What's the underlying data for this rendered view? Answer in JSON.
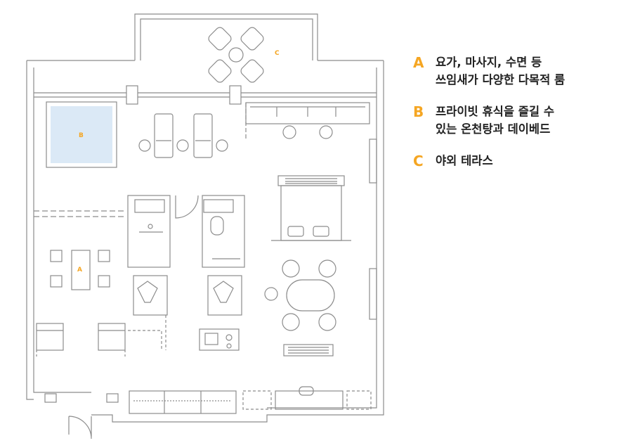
{
  "colors": {
    "accent": "#f5a623",
    "line": "#8c8c8c",
    "pool": "#dbe9f6",
    "text": "#222222"
  },
  "plan_labels": {
    "a": "A",
    "b": "B",
    "c": "C"
  },
  "legend": [
    {
      "letter": "A",
      "lines": [
        "요가, 마사지, 수면 등",
        "쓰임새가 다양한 다목적 룸"
      ]
    },
    {
      "letter": "B",
      "lines": [
        "프라이빗 휴식을 즐길 수",
        "있는 온천탕과 데이베드"
      ]
    },
    {
      "letter": "C",
      "lines": [
        "야외 테라스"
      ]
    }
  ]
}
